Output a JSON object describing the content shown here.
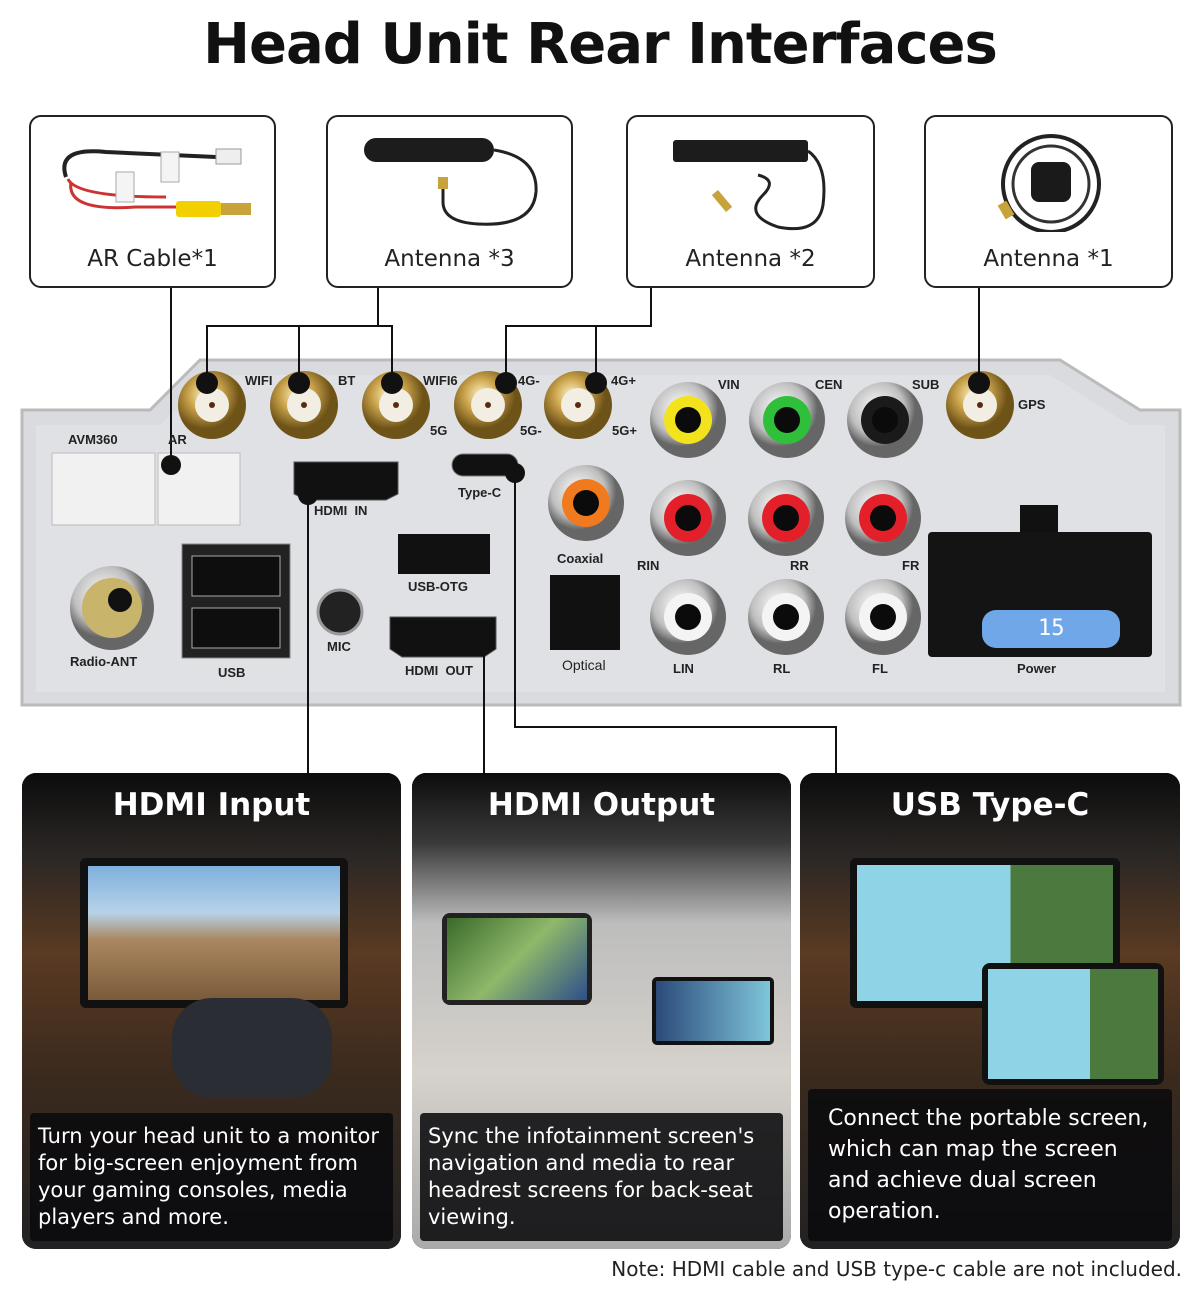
{
  "title": "Head Unit Rear Interfaces",
  "accessories": [
    {
      "label": "AR Cable*1"
    },
    {
      "label": "Antenna *3"
    },
    {
      "label": "Antenna *2"
    },
    {
      "label": "Antenna *1"
    }
  ],
  "panel": {
    "antenna_ports": [
      "WIFI",
      "BT",
      "WIFI6",
      "4G-",
      "4G+",
      "GPS"
    ],
    "antenna_sub": [
      "5G",
      "5G-",
      "5G+"
    ],
    "labels": {
      "avm": "AVM360",
      "ar": "AR",
      "hdmi_in": "HDMI  IN",
      "type_c": "Type-C",
      "coaxial": "Coaxial",
      "usb_otg": "USB-OTG",
      "radio": "Radio-ANT",
      "usb": "USB",
      "mic": "MIC",
      "hdmi_out": "HDMI  OUT",
      "optical": "Optical",
      "vin": "VIN",
      "cen": "CEN",
      "sub": "SUB",
      "rin": "RIN",
      "rr": "RR",
      "fr": "FR",
      "lin": "LIN",
      "rl": "RL",
      "fl": "FL",
      "power": "Power",
      "fuse": "15"
    }
  },
  "cards": [
    {
      "title": "HDMI Input",
      "text": "Turn your head unit to a monitor for big-screen enjoyment from your gaming consoles, media players and more."
    },
    {
      "title": "HDMI Output",
      "text": "Sync the infotainment screen's navigation and media to rear headrest screens for back-seat viewing."
    },
    {
      "title": "USB Type-C",
      "text": "Connect the portable screen, which can map the screen and achieve dual screen operation."
    }
  ],
  "note": "Note: HDMI cable and USB type-c cable are not included."
}
